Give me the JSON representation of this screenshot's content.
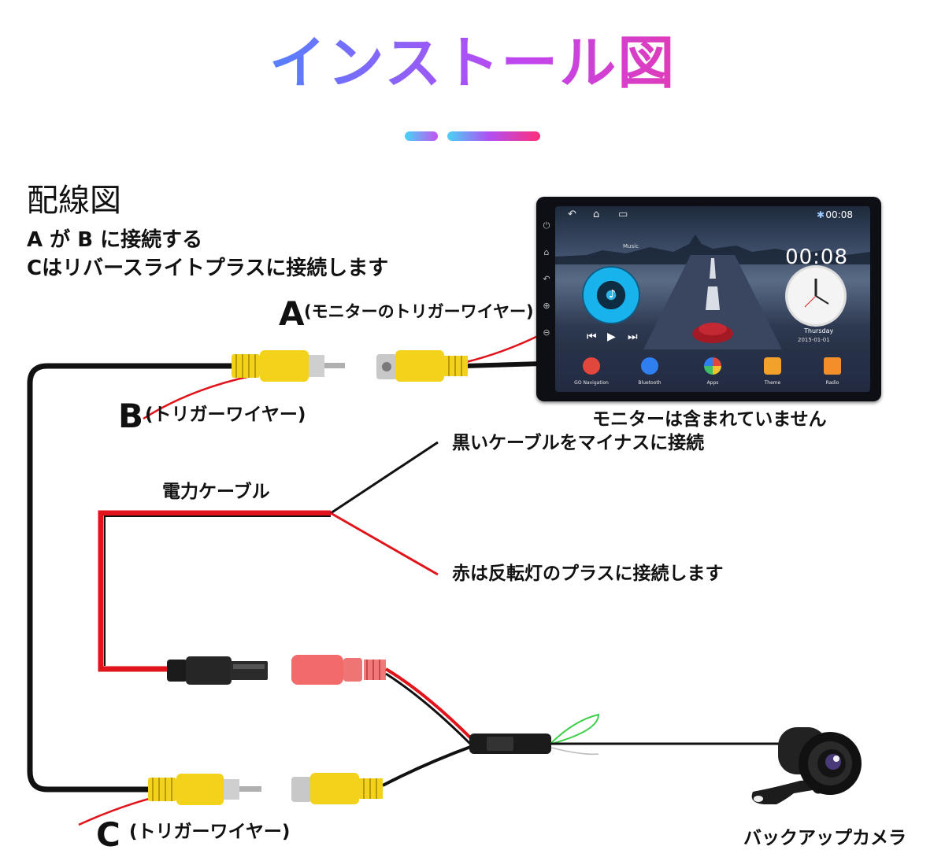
{
  "title": "インストール図",
  "section_title": "配線図",
  "notes": [
    "A が B に接続する",
    "Cはリバースライトプラスに接続します"
  ],
  "labels": {
    "a_letter": "A",
    "a_desc": "(モニターのトリガーワイヤー)",
    "b_letter": "B",
    "b_desc": "(トリガーワイヤー)",
    "c_letter": "C",
    "c_desc": "(トリガーワイヤー)",
    "monitor_note": "モニターは含まれていません",
    "black_cable": "黒いケーブルをマイナスに接続",
    "power_cable": "電力ケーブル",
    "red_cable": "赤は反転灯のプラスに接続します",
    "camera": "バックアップカメラ"
  },
  "monitor": {
    "status_time": "00:08",
    "clock_digits": "00:08",
    "music_label": "Music",
    "day": "Thursday",
    "date": "2015-01-01",
    "dock": [
      {
        "name": "GO Navigation",
        "icon": "map-pin-icon",
        "color": "#e2473b"
      },
      {
        "name": "Bluetooth",
        "icon": "bluetooth-icon",
        "color": "#2f7ff0"
      },
      {
        "name": "Apps",
        "icon": "apps-icon",
        "color": "#3fbf6a"
      },
      {
        "name": "Theme",
        "icon": "brush-icon",
        "color": "#f2a12b"
      },
      {
        "name": "Radio",
        "icon": "radio-icon",
        "color": "#f28f2b"
      }
    ]
  },
  "colors": {
    "wire_black": "#111111",
    "wire_red": "#e0141a",
    "rca_yellow": "#f3d21b",
    "rca_red": "#f26a6a",
    "green_wire": "#3ecf4a"
  }
}
